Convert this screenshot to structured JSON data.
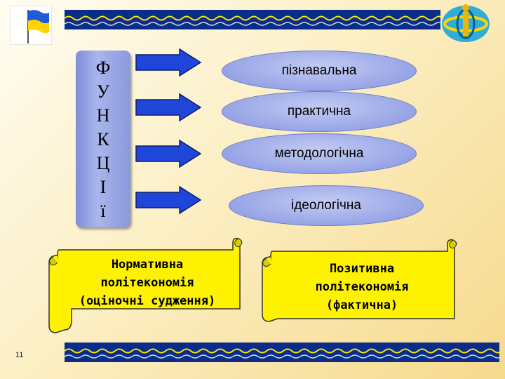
{
  "vertical_label": [
    "Ф",
    "У",
    "Н",
    "К",
    "Ц",
    "І",
    "ї"
  ],
  "functions": [
    "пізнавальна",
    "практична",
    "методологічна",
    "ідеологічна"
  ],
  "scroll_left": [
    "Нормативна",
    "політекономія",
    "(оціночні судження)"
  ],
  "scroll_right": [
    "Позитивна",
    "політекономія",
    "(фактична)"
  ],
  "page_number": "11",
  "colors": {
    "band": "#0b2d8a",
    "wave": "#ffe600",
    "arrow": "#1f46d8",
    "ellipse": "#97a4e6",
    "scroll": "#fff200",
    "box": "#8a98de"
  },
  "icons": [
    "ukraine-flag-icon",
    "university-logo-icon"
  ]
}
